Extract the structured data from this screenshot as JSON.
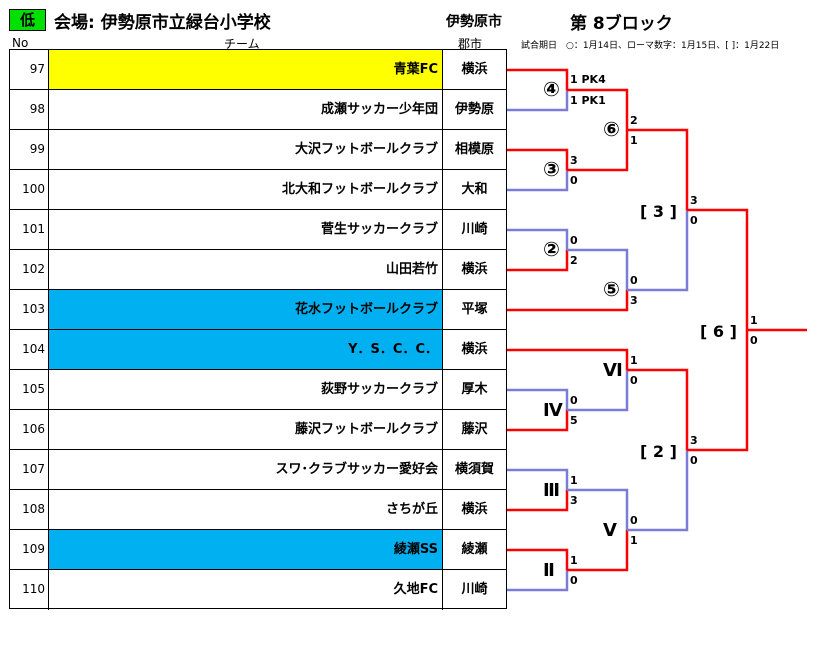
{
  "header": {
    "badge": "低",
    "venue": "会場: 伊勢原市立緑台小学校",
    "city": "伊勢原市",
    "block": "第 8ブロック",
    "col_no": "No",
    "col_team": "チーム",
    "col_city": "郡市",
    "legend": "試合期日　○：1月14日、ローマ数字：1月15日、[ ]：1月22日"
  },
  "colors": {
    "highlight_yellow": "#ffff00",
    "highlight_blue": "#00b0f0",
    "winner_line": "#ff0000",
    "loser_line": "#7b7bd8",
    "badge": "#00e000"
  },
  "teams": [
    {
      "no": "97",
      "name": "青葉FC",
      "city": "横浜",
      "highlight": "yellow"
    },
    {
      "no": "98",
      "name": "成瀬サッカー少年団",
      "city": "伊勢原",
      "highlight": ""
    },
    {
      "no": "99",
      "name": "大沢フットボールクラブ",
      "city": "相模原",
      "highlight": ""
    },
    {
      "no": "100",
      "name": "北大和フットボールクラブ",
      "city": "大和",
      "highlight": ""
    },
    {
      "no": "101",
      "name": "菅生サッカークラブ",
      "city": "川崎",
      "highlight": ""
    },
    {
      "no": "102",
      "name": "山田若竹",
      "city": "横浜",
      "highlight": ""
    },
    {
      "no": "103",
      "name": "花水フットボールクラブ",
      "city": "平塚",
      "highlight": "blue"
    },
    {
      "no": "104",
      "name": "Y．S．C．C．",
      "city": "横浜",
      "highlight": "blue"
    },
    {
      "no": "105",
      "name": "荻野サッカークラブ",
      "city": "厚木",
      "highlight": ""
    },
    {
      "no": "106",
      "name": "藤沢フットボールクラブ",
      "city": "藤沢",
      "highlight": ""
    },
    {
      "no": "107",
      "name": "スワ･クラブサッカー愛好会",
      "city": "横須賀",
      "highlight": ""
    },
    {
      "no": "108",
      "name": "さちが丘",
      "city": "横浜",
      "highlight": ""
    },
    {
      "no": "109",
      "name": "綾瀬SS",
      "city": "綾瀬",
      "highlight": "blue"
    },
    {
      "no": "110",
      "name": "久地FC",
      "city": "川崎",
      "highlight": ""
    }
  ],
  "matches": [
    {
      "label": "④",
      "score_top": "1 PK4",
      "score_bottom": "1 PK1"
    },
    {
      "label": "③",
      "score_top": "3",
      "score_bottom": "0"
    },
    {
      "label": "②",
      "score_top": "0",
      "score_bottom": "2"
    },
    {
      "label": "Ⅵ",
      "score_top": "1",
      "score_bottom": "0"
    },
    {
      "label": "Ⅳ",
      "score_top": "0",
      "score_bottom": "5"
    },
    {
      "label": "Ⅲ",
      "score_top": "1",
      "score_bottom": "3"
    },
    {
      "label": "Ⅱ",
      "score_top": "1",
      "score_bottom": "0"
    },
    {
      "label": "⑥",
      "score_top": "2",
      "score_bottom": "1"
    },
    {
      "label": "⑤",
      "score_top": "0",
      "score_bottom": "3"
    },
    {
      "label": "Ⅴ",
      "score_top": "0",
      "score_bottom": "1"
    },
    {
      "label": "[ 3 ]",
      "score_top": "3",
      "score_bottom": "0"
    },
    {
      "label": "[ 2 ]",
      "score_top": "3",
      "score_bottom": "0"
    },
    {
      "label": "[ 6 ]",
      "score_top": "1",
      "score_bottom": "0"
    }
  ]
}
